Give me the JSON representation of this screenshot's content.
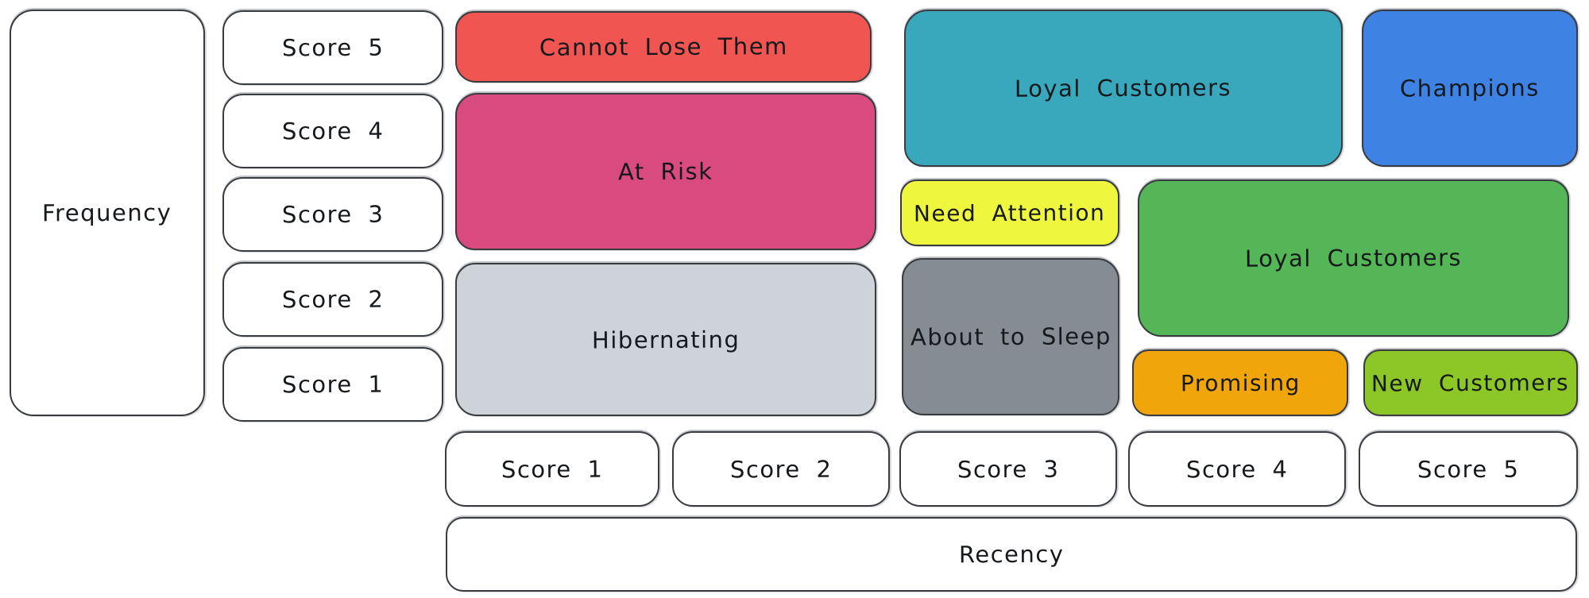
{
  "axes": {
    "frequency_label": "Frequency",
    "recency_label": "Recency",
    "frequency_scores": [
      "Score 5",
      "Score 4",
      "Score 3",
      "Score 2",
      "Score 1"
    ],
    "recency_scores": [
      "Score 1",
      "Score 2",
      "Score 3",
      "Score 4",
      "Score 5"
    ]
  },
  "segments": [
    {
      "label": "Cannot Lose Them",
      "color": "#f05552"
    },
    {
      "label": "At Risk",
      "color": "#d94a7e"
    },
    {
      "label": "Hibernating",
      "color": "#ced3da"
    },
    {
      "label": "Loyal Customers",
      "color": "#3aa8bc"
    },
    {
      "label": "Champions",
      "color": "#3e82e3"
    },
    {
      "label": "Need Attention",
      "color": "#eef73e"
    },
    {
      "label": "About to Sleep",
      "color": "#868c94"
    },
    {
      "label": "Loyal Customers",
      "color": "#54b656"
    },
    {
      "label": "Promising",
      "color": "#f0a50a"
    },
    {
      "label": "New Customers",
      "color": "#8cc727"
    }
  ],
  "colors": {
    "stroke": "#383c41",
    "text": "#16191c",
    "background": "#ffffff"
  }
}
